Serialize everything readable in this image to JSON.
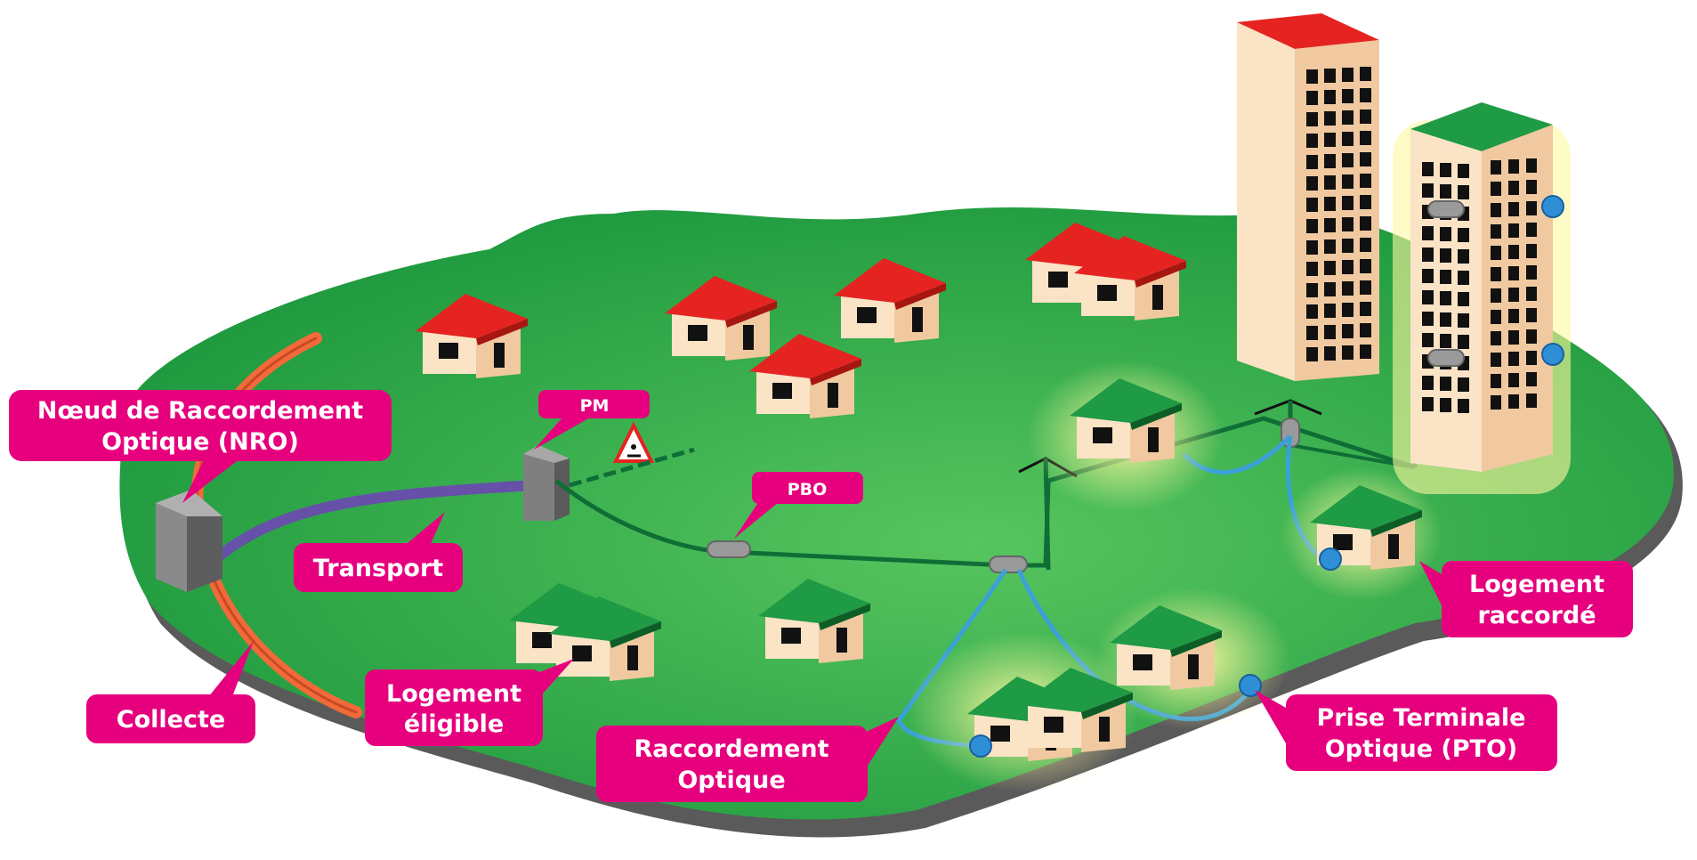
{
  "labels": {
    "nro_line1": "Nœud de Raccordement",
    "nro_line2": "Optique (NRO)",
    "pm": "PM",
    "pbo": "PBO",
    "transport": "Transport",
    "collecte": "Collecte",
    "eligible_line1": "Logement",
    "eligible_line2": "éligible",
    "raccordement_line1": "Raccordement",
    "raccordement_line2": "Optique",
    "raccorde_line1": "Logement",
    "raccorde_line2": "raccordé",
    "pto_line1": "Prise Terminale",
    "pto_line2": "Optique (PTO)"
  },
  "colors": {
    "label_bg": "#e6007e",
    "ground": "#2ea84a",
    "ground_edge": "#5a5a5a",
    "roof_red": "#e52421",
    "roof_green": "#1f9a45",
    "wall": "#fbe3c6",
    "collecte_cable": "#f26a3a",
    "transport_cable": "#6650a8",
    "fiber_green": "#0f6e36",
    "drop_blue": "#3aa1d8"
  }
}
